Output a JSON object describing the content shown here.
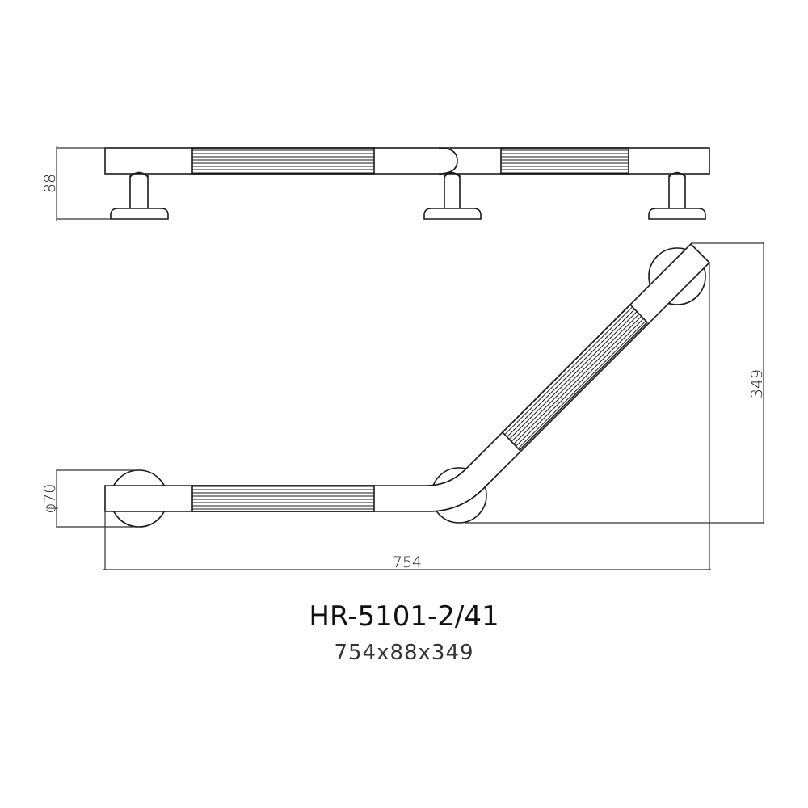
{
  "product": {
    "model": "HR-5101-2/41",
    "dimensions_label": "754x88x349"
  },
  "dimensions": {
    "height": "88",
    "flange_diameter": "φ70",
    "depth": "349",
    "length": "754"
  },
  "views": {
    "top": "side elevation view of grab bar with three posts",
    "plan": "plan view of angled grab bar with 41° bend and three flanges"
  },
  "colors": {
    "line": "#1a1a1a",
    "background": "#ffffff"
  }
}
